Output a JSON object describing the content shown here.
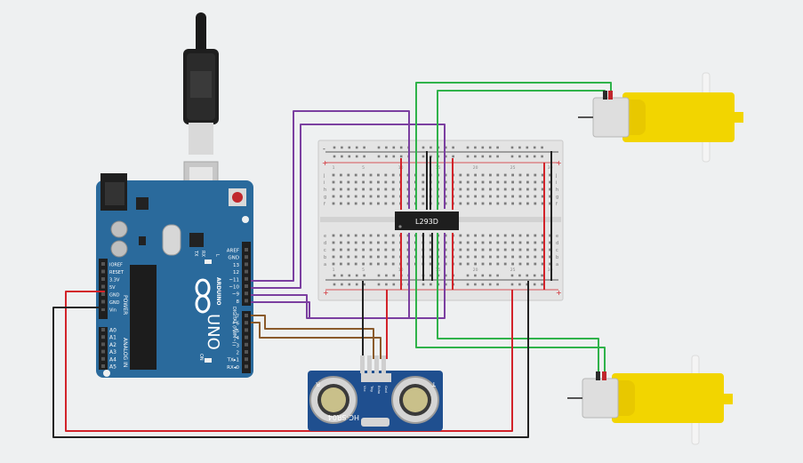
{
  "colors": {
    "background": "#eef0f1",
    "arduino": "#2a6a9c",
    "breadboard": "#e4e4e4",
    "wire_purple": "#7b3fa0",
    "wire_green": "#2fb24a",
    "wire_brown": "#8a5a2b",
    "wire_red": "#d2232a",
    "wire_black": "#222222",
    "motor_yellow": "#f2d500",
    "sensor_blue": "#1f4f8f"
  },
  "arduino": {
    "brand": "ARDUINO",
    "model": "UNO",
    "power_label": "POWER",
    "analog_label": "ANALOG IN",
    "digital_label": "DIGITAL (PWM~)",
    "on_label": "ON",
    "power_pins": [
      "IOREF",
      "RESET",
      "3.3V",
      "5V",
      "GND",
      "GND",
      "Vin"
    ],
    "analog_pins": [
      "A0",
      "A1",
      "A2",
      "A3",
      "A4",
      "A5"
    ],
    "digital_pins": [
      "AREF",
      "GND",
      "13",
      "12",
      "~11",
      "~10",
      "~9",
      "8",
      "7",
      "~6",
      "~5",
      "4",
      "~3",
      "2",
      "TX▸1",
      "RX◂0"
    ],
    "tx_label": "TX",
    "rx_label": "RX",
    "l_label": "L"
  },
  "breadboard": {
    "chip_label": "L293D",
    "row_letters_top": [
      "j",
      "i",
      "h",
      "g",
      "f"
    ],
    "row_letters_bottom": [
      "e",
      "d",
      "c",
      "b",
      "a"
    ],
    "column_numbers": [
      "1",
      "5",
      "10",
      "15",
      "20",
      "25",
      "30"
    ],
    "rail_plus": "+",
    "rail_minus": "-"
  },
  "sensor": {
    "model": "HC-SR04",
    "pin_labels": [
      "Vcc",
      "Trig",
      "Echo",
      "Gnd"
    ],
    "side_left": "R",
    "side_right": "T"
  },
  "motors": {
    "count": 2
  }
}
